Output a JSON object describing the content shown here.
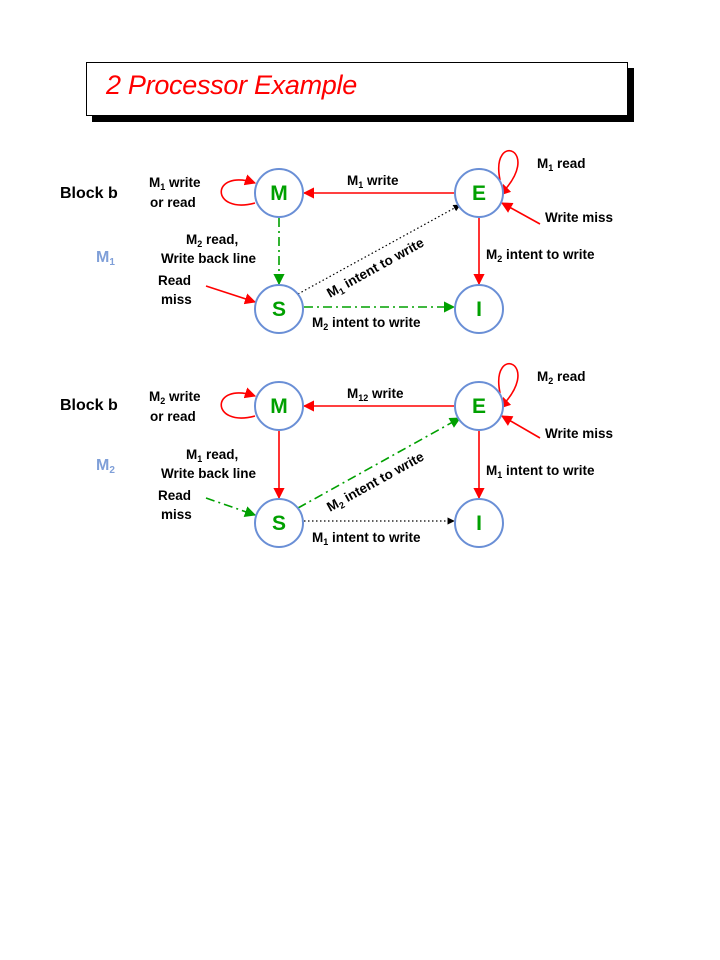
{
  "title": "2 Processor Example",
  "colors": {
    "title": "#ff0000",
    "state_letter": "#00a000",
    "state_ring": "#6a8fd6",
    "processor_label": "#7f9fd8",
    "red_edge": "#ff0000",
    "green_edge": "#00a000",
    "dotted_edge": "#000000"
  },
  "diagrams": [
    {
      "block_label": "Block b",
      "processor": {
        "base": "M",
        "sub": "1"
      },
      "states": {
        "m": "M",
        "e": "E",
        "s": "S",
        "i": "I"
      },
      "edges": {
        "m_self": {
          "l1b": "M",
          "l1s": "1",
          "l1r": " write",
          "l2": "or read"
        },
        "e_to_m": {
          "b": "M",
          "s": "1",
          "r": " write"
        },
        "e_self": {
          "b": "M",
          "s": "1",
          "r": " read"
        },
        "write_miss": "Write miss",
        "e_to_i": {
          "b": "M",
          "s": "2",
          "r": " intent to write"
        },
        "m_to_s": {
          "l1b": "M",
          "l1s": "2",
          "l1r": " read,",
          "l2": "Write back line"
        },
        "read_miss": {
          "l1": "Read",
          "l2": "miss"
        },
        "s_to_e": {
          "b": "M",
          "s": "1",
          "r": " intent to write"
        },
        "s_to_i": {
          "b": "M",
          "s": "2",
          "r": " intent to write"
        }
      }
    },
    {
      "block_label": "Block b",
      "processor": {
        "base": "M",
        "sub": "2"
      },
      "states": {
        "m": "M",
        "e": "E",
        "s": "S",
        "i": "I"
      },
      "edges": {
        "m_self": {
          "l1b": "M",
          "l1s": "2",
          "l1r": " write",
          "l2": "or read"
        },
        "e_to_m": {
          "b": "M",
          "s": "12",
          "r": " write"
        },
        "e_self": {
          "b": "M",
          "s": "2",
          "r": " read"
        },
        "write_miss": "Write miss",
        "e_to_i": {
          "b": "M",
          "s": "1",
          "r": " intent to write"
        },
        "m_to_s": {
          "l1b": "M",
          "l1s": "1",
          "l1r": " read,",
          "l2": "Write back line"
        },
        "read_miss": {
          "l1": "Read",
          "l2": "miss"
        },
        "s_to_e": {
          "b": "M",
          "s": "2",
          "r": " intent to write"
        },
        "s_to_i": {
          "b": "M",
          "s": "1",
          "r": " intent to write"
        }
      }
    }
  ]
}
